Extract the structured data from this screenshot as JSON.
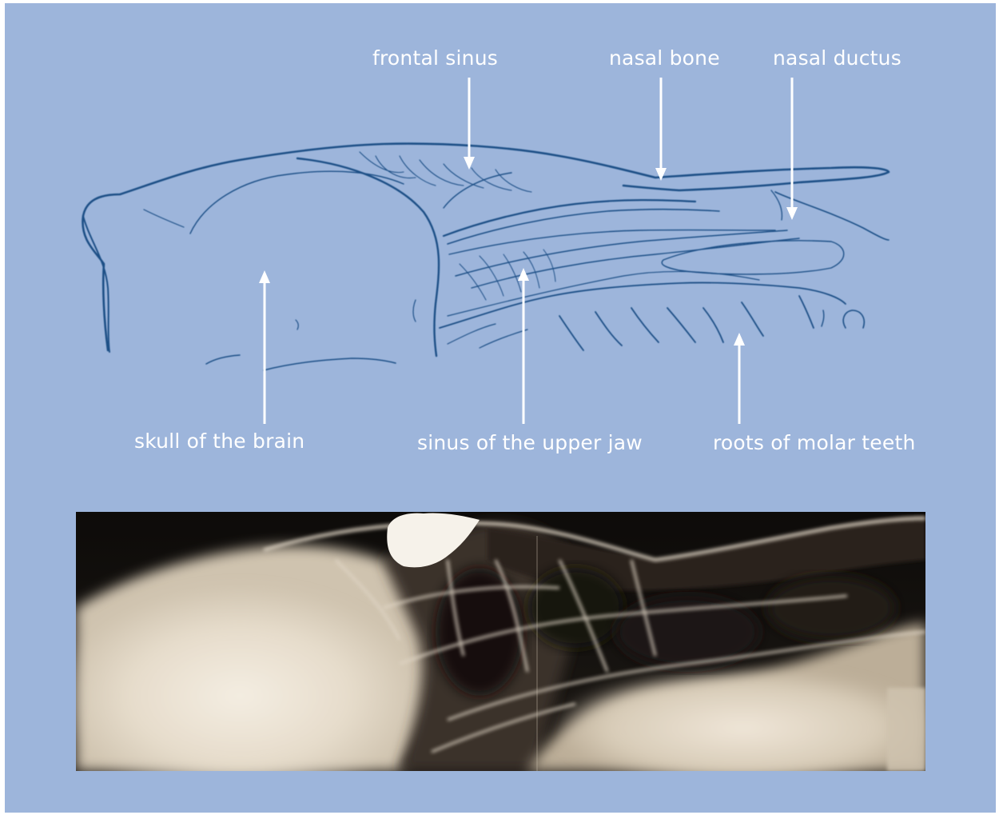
{
  "colors": {
    "background": "#9db5db",
    "sketch_line": "#1f4f86",
    "label_text": "#ffffff",
    "arrow": "#ffffff"
  },
  "labels": {
    "frontal_sinus": "frontal sinus",
    "nasal_bone": "nasal bone",
    "nasal_ductus": "nasal ductus",
    "skull_of_the_brain": "skull of the brain",
    "sinus_of_the_upper_jaw": "sinus of the upper jaw",
    "roots_of_molar_teeth": "roots of molar teeth"
  }
}
